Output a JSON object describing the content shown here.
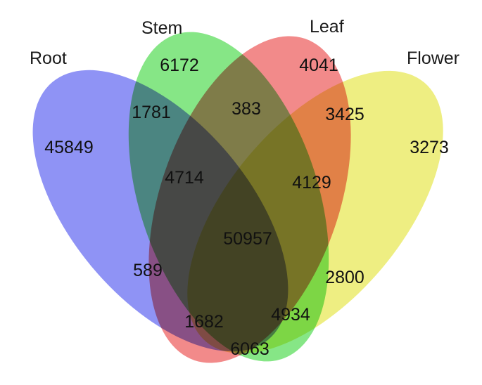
{
  "sets": [
    {
      "key": "root",
      "label": "Root",
      "color": "#8f93f5"
    },
    {
      "key": "stem",
      "label": "Stem",
      "color": "#86e686"
    },
    {
      "key": "leaf",
      "label": "Leaf",
      "color": "#f28a8a"
    },
    {
      "key": "flower",
      "label": "Flower",
      "color": "#eeee82"
    }
  ],
  "regions": {
    "root_only": "45849",
    "stem_only": "6172",
    "leaf_only": "4041",
    "flower_only": "3273",
    "root_stem": "1781",
    "stem_leaf": "383",
    "leaf_flower": "3425",
    "root_stem_leaf": "4714",
    "stem_leaf_flower": "4129",
    "all_four": "50957",
    "root_leaf": "589",
    "stem_flower": "2800",
    "root_leaf_flower": "1682",
    "root_stem_flower": "4934",
    "root_flower": "6063"
  }
}
